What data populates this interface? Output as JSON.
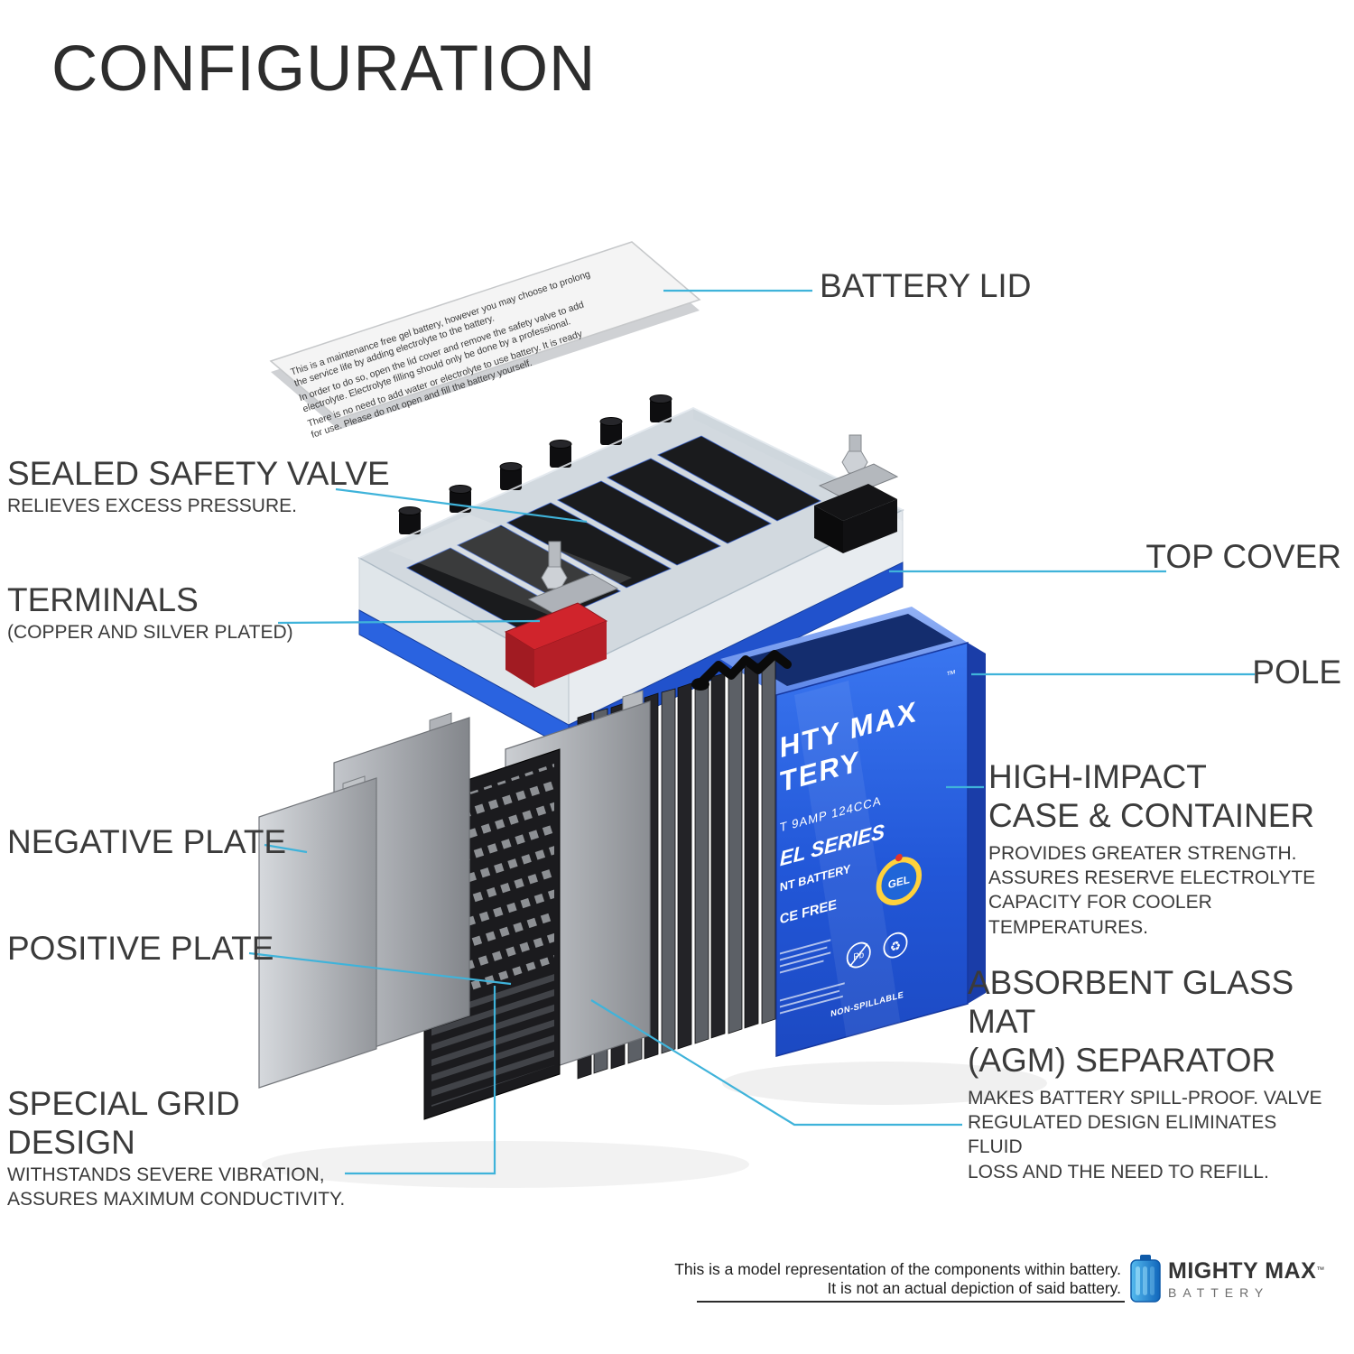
{
  "title": "CONFIGURATION",
  "callouts": {
    "battery_lid": {
      "label": "BATTERY LID"
    },
    "sealed_safety_valve": {
      "label": "SEALED SAFETY VALVE",
      "sub": "RELIEVES EXCESS PRESSURE."
    },
    "terminals": {
      "label": "TERMINALS",
      "sub": "(COPPER AND SILVER PLATED)"
    },
    "top_cover": {
      "label": "TOP COVER"
    },
    "pole": {
      "label": "POLE"
    },
    "high_impact_case": {
      "line1": "HIGH-IMPACT",
      "line2": "CASE & CONTAINER",
      "sub": "PROVIDES GREATER STRENGTH.\nASSURES RESERVE ELECTROLYTE\nCAPACITY FOR COOLER TEMPERATURES."
    },
    "negative_plate": {
      "label": "NEGATIVE PLATE"
    },
    "positive_plate": {
      "label": "POSITIVE PLATE"
    },
    "agm_separator": {
      "line1": "ABSORBENT GLASS MAT",
      "line2": "(AGM) SEPARATOR",
      "sub": "MAKES BATTERY SPILL-PROOF. VALVE\nREGULATED DESIGN ELIMINATES FLUID\nLOSS AND THE NEED TO REFILL."
    },
    "special_grid": {
      "label": "SPECIAL GRID DESIGN",
      "sub": "WITHSTANDS SEVERE VIBRATION,\nASSURES MAXIMUM CONDUCTIVITY."
    }
  },
  "lid": {
    "lines": [
      "This is a maintenance free gel battery, however you may choose to prolong",
      "the service life by adding electrolyte to the battery.",
      "In order to do so, open the lid cover and remove the safety valve to add",
      "electrolyte. Electrolyte filling should only be done by a professional.",
      "There is no need to add water or electrolyte to use  battery. It is ready",
      "for use. Please do not open and fill the battery yourself."
    ]
  },
  "case": {
    "tm": "™",
    "brand_top": "HTY MAX",
    "brand_bottom": "TERY",
    "specs": "T 9AMP  124CCA",
    "series": "EL SERIES",
    "battery_line": "NT BATTERY",
    "free_line": "CE FREE",
    "gel": "GEL",
    "non_spillable": "NON-SPILLABLE"
  },
  "icons": {
    "pb": "Pb",
    "recycle": "♻"
  },
  "footer": {
    "line1": "This is a model representation of the components within battery.",
    "line2": "It is not an actual depiction of said battery.",
    "logo_top": "MIGHTY MAX",
    "logo_tm": "™",
    "logo_bottom": "BATTERY"
  },
  "colors": {
    "accent": "#3fb3da",
    "case_blue": "#2a62dd"
  }
}
